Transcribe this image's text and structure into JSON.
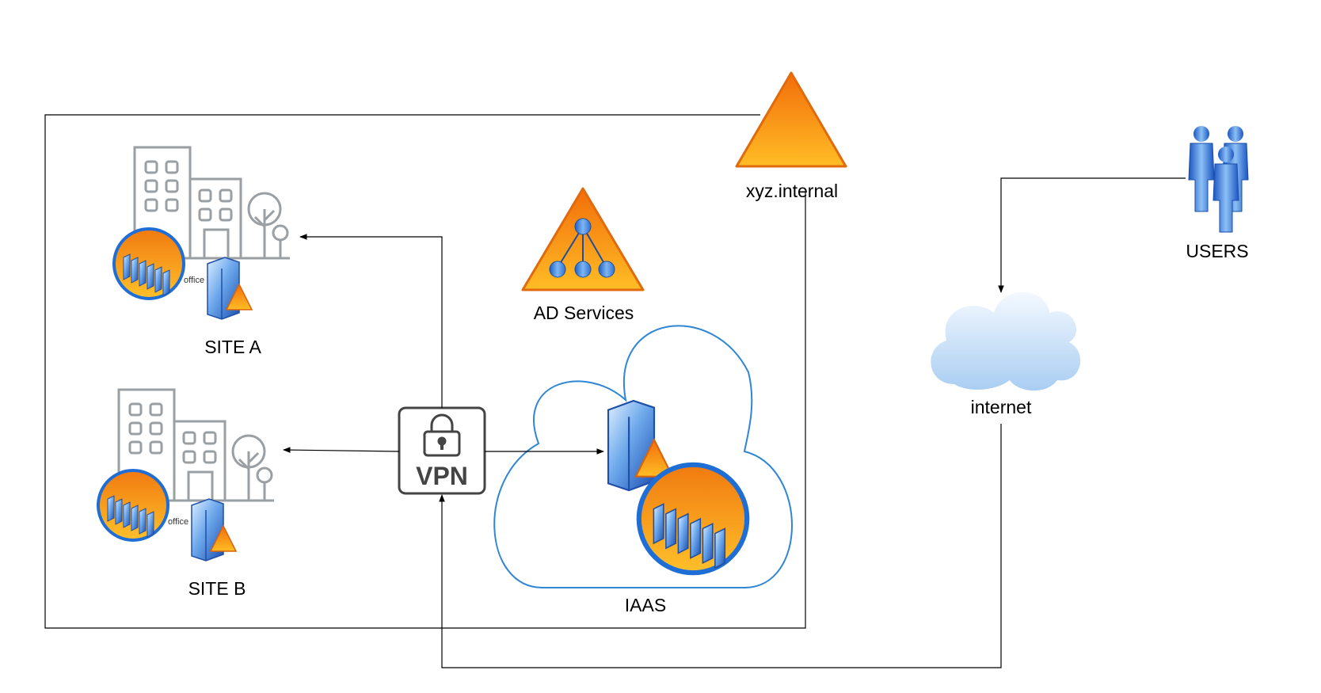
{
  "diagram": {
    "nodes": {
      "site_a": {
        "label": "SITE A",
        "sublabel": "office"
      },
      "site_b": {
        "label": "SITE B",
        "sublabel": "office"
      },
      "ad_services": {
        "label": "AD Services"
      },
      "domain": {
        "label": "xyz.internal"
      },
      "vpn": {
        "label": "VPN"
      },
      "iaas": {
        "label": "IAAS"
      },
      "internet": {
        "label": "internet"
      },
      "users": {
        "label": "USERS"
      }
    },
    "edges": [
      {
        "from": "vpn",
        "to": "site_a"
      },
      {
        "from": "vpn",
        "to": "site_b"
      },
      {
        "from": "vpn",
        "to": "iaas"
      },
      {
        "from": "users",
        "to": "internet"
      },
      {
        "from": "internet",
        "to": "vpn"
      }
    ],
    "colors": {
      "line": "#000000",
      "building": "#9a9fa3",
      "orange_dark": "#e8720c",
      "orange_light": "#ffb423",
      "blue": "#2f7fd8",
      "cloud_stroke": "#2f86d4",
      "vpn_stroke": "#444444"
    }
  }
}
